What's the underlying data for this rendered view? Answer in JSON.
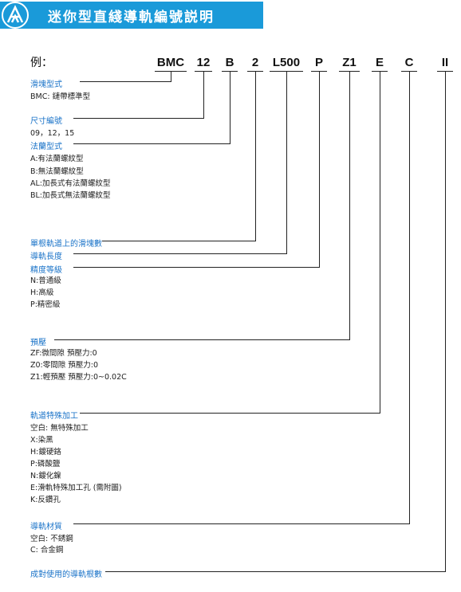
{
  "header": {
    "title": "迷你型直綫導軌編號説明"
  },
  "example": {
    "label": "例：",
    "codes": [
      "BMC",
      "12",
      "B",
      "2",
      "L500",
      "P",
      "Z1",
      "E",
      "C",
      "II"
    ]
  },
  "sections": [
    {
      "title": "滑塊型式",
      "options": [
        "BMC: 鏈帶標準型"
      ]
    },
    {
      "title": "尺寸編號",
      "options": [
        "09，12，15"
      ]
    },
    {
      "title": "法蘭型式",
      "options": [
        "A:有法蘭螺紋型",
        "B:無法蘭螺紋型",
        "AL:加長式有法蘭螺紋型",
        "BL:加長式無法蘭螺紋型"
      ]
    },
    {
      "title": "單根軌道上的滑塊數",
      "options": []
    },
    {
      "title": "導軌長度",
      "options": []
    },
    {
      "title": "精度等級",
      "options": [
        "N:普通級",
        "H:高級",
        "P:精密級"
      ]
    },
    {
      "title": "預壓",
      "options": [
        "ZF:微間隙  預壓力:0",
        "Z0:零間隙  預壓力:0",
        "Z1:輕預壓  預壓力:0~0.02C"
      ]
    },
    {
      "title": "軌道特殊加工",
      "options": [
        "空白: 無特殊加工",
        "X:染黑",
        "H:鍍硬鉻",
        "P:磷酸鹽",
        "N:鍍化鎳",
        "E:滑軌特殊加工孔 (需附圖)",
        "K:反鑽孔"
      ]
    },
    {
      "title": "導軌材質",
      "options": [
        "空白: 不銹鋼",
        "C: 合金鋼"
      ]
    },
    {
      "title": "成對使用的導軌根數",
      "options": []
    }
  ]
}
